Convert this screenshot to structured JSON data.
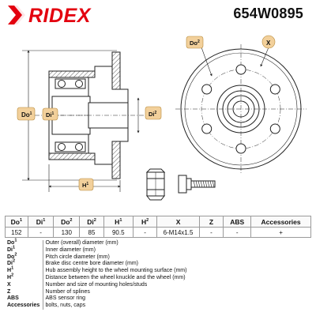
{
  "brand": "RIDEX",
  "part_number": "654W0895",
  "drawing_labels": {
    "outer_diameter": "Do",
    "inner_diameter": "Di",
    "pitch_diameter": "Do",
    "bore_diameter": "Di",
    "height": "H",
    "holes": "X",
    "sup_1": "1",
    "sup_2": "2"
  },
  "specs": {
    "headers": [
      {
        "base": "Do",
        "sup": "1"
      },
      {
        "base": "Di",
        "sup": "1"
      },
      {
        "base": "Do",
        "sup": "2"
      },
      {
        "base": "Di",
        "sup": "2"
      },
      {
        "base": "H",
        "sup": "1"
      },
      {
        "base": "H",
        "sup": "2"
      },
      {
        "base": "X",
        "sup": ""
      },
      {
        "base": "Z",
        "sup": ""
      },
      {
        "base": "ABS",
        "sup": ""
      },
      {
        "base": "Accessories",
        "sup": ""
      }
    ],
    "values": [
      "152",
      "-",
      "130",
      "85",
      "90.5",
      "-",
      "6-M14x1.5",
      "-",
      "-",
      "+"
    ]
  },
  "legend": [
    {
      "code": "Do",
      "sup": "1",
      "desc": "Outer (overall) diameter (mm)"
    },
    {
      "code": "Di",
      "sup": "1",
      "desc": "Inner diameter (mm)"
    },
    {
      "code": "Do",
      "sup": "2",
      "desc": "Pitch circle diameter (mm)"
    },
    {
      "code": "Di",
      "sup": "2",
      "desc": "Brake disc centre bore diameter (mm)"
    },
    {
      "code": "H",
      "sup": "1",
      "desc": "Hub assembly height to the wheel mounting surface (mm)"
    },
    {
      "code": "H",
      "sup": "2",
      "desc": "Distance between the wheel knuckle and the wheel (mm)"
    },
    {
      "code": "X",
      "sup": "",
      "desc": "Number and size of mounting holes/studs"
    },
    {
      "code": "Z",
      "sup": "",
      "desc": "Number of splines"
    },
    {
      "code": "ABS",
      "sup": "",
      "desc": "ABS sensor ring"
    },
    {
      "code": "Accessories",
      "sup": "",
      "desc": "bolts, nuts, caps"
    }
  ],
  "colors": {
    "brand_red": "#e3000f",
    "line": "#222222",
    "label_fill": "#f2d09b"
  },
  "icons": {
    "logo": "ridex-logo",
    "hub_section": "hub-cross-section-drawing",
    "hub_front": "hub-front-view-drawing",
    "nut": "wheel-nut-drawing",
    "bolt": "wheel-bolt-drawing"
  }
}
